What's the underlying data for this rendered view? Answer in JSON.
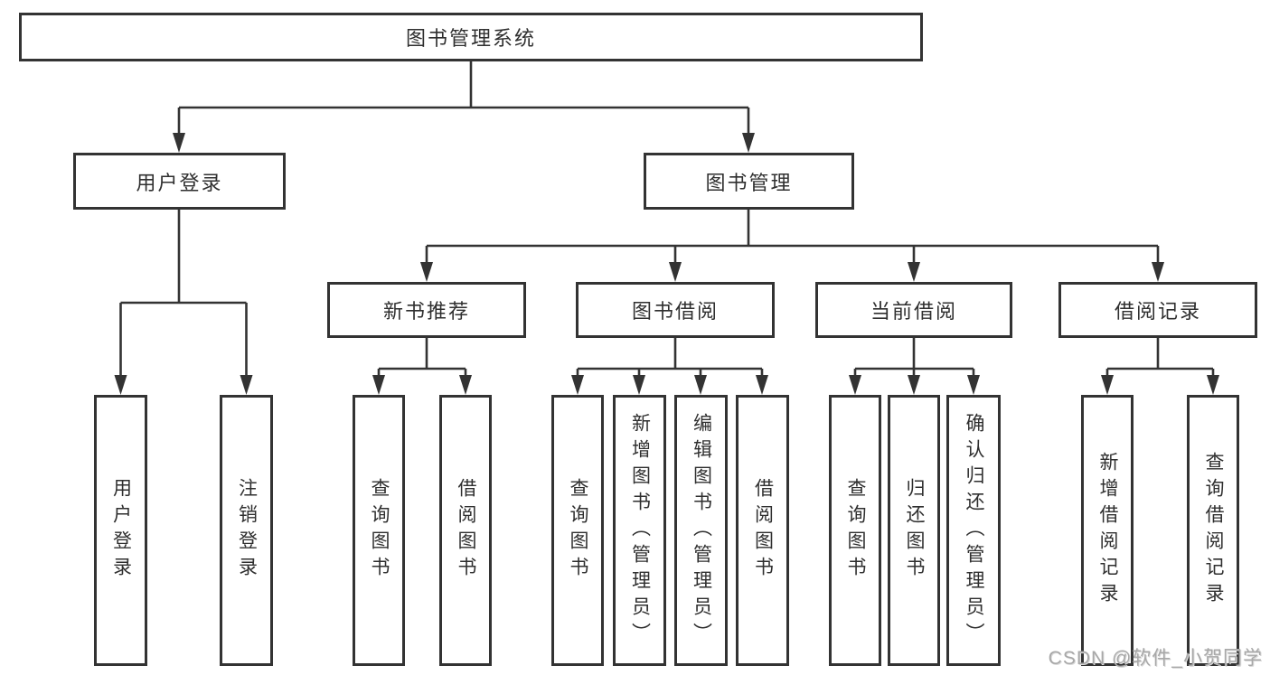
{
  "diagram": {
    "root": {
      "label": "图书管理系统"
    },
    "branches": [
      {
        "label": "用户登录",
        "children": [
          {
            "label": "用户登录"
          },
          {
            "label": "注销登录"
          }
        ]
      },
      {
        "label": "图书管理",
        "children": [
          {
            "label": "新书推荐",
            "children": [
              {
                "label": "查询图书"
              },
              {
                "label": "借阅图书"
              }
            ]
          },
          {
            "label": "图书借阅",
            "children": [
              {
                "label": "查询图书"
              },
              {
                "label": "新增图书（管理员）"
              },
              {
                "label": "编辑图书（管理员）"
              },
              {
                "label": "借阅图书"
              }
            ]
          },
          {
            "label": "当前借阅",
            "children": [
              {
                "label": "查询图书"
              },
              {
                "label": "归还图书"
              },
              {
                "label": "确认归还（管理员）"
              }
            ]
          },
          {
            "label": "借阅记录",
            "children": [
              {
                "label": "新增借阅记录"
              },
              {
                "label": "查询借阅记录"
              }
            ]
          }
        ]
      }
    ],
    "watermark": "CSDN @软件_小贺同学",
    "colors": {
      "line": "#333333",
      "box_background": "#ffffff",
      "watermark": "#a8a8a8"
    }
  }
}
